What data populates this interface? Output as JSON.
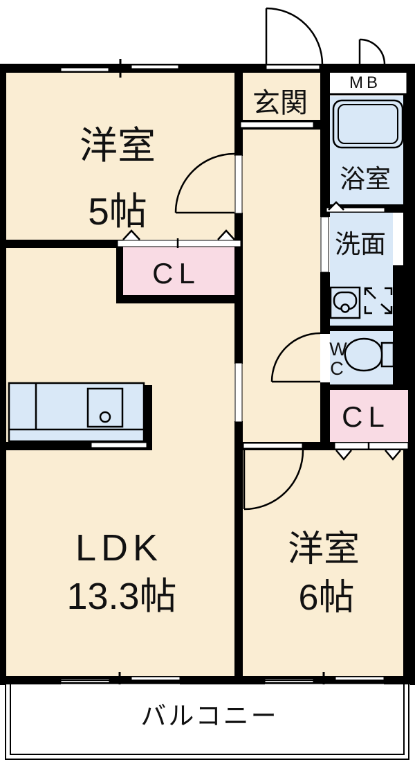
{
  "rooms": {
    "bedroom5": {
      "name": "洋室",
      "size": "5帖"
    },
    "entrance": {
      "name": "玄関"
    },
    "meter_box": {
      "label": "MB"
    },
    "bathroom": {
      "name": "浴室"
    },
    "washroom": {
      "name": "洗面"
    },
    "wc": {
      "line1": "W",
      "line2": "C"
    },
    "closet_hall": {
      "label": "CL"
    },
    "closet_bedroom6": {
      "label": "CL"
    },
    "ldk": {
      "name": "LDK",
      "size": "13.3帖"
    },
    "bedroom6": {
      "name": "洋室",
      "size": "6帖"
    },
    "balcony": {
      "name": "バルコニー"
    }
  },
  "colors": {
    "room_floor": "#FAEDD3",
    "wet_area": "#D9E8F7",
    "closet": "#F9DBE4",
    "wall": "#000000",
    "balcony": "#FFFFFF"
  }
}
